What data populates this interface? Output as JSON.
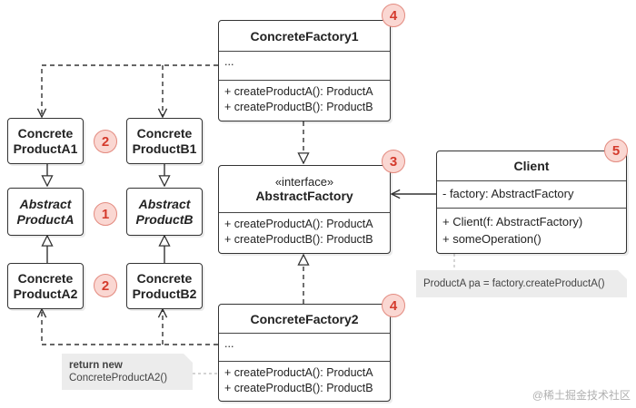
{
  "concrete_factory_1": {
    "name": "ConcreteFactory1",
    "fields": "...",
    "methods": [
      "+ createProductA(): ProductA",
      "+ createProductB(): ProductB"
    ]
  },
  "abstract_factory": {
    "stereotype": "«interface»",
    "name": "AbstractFactory",
    "methods": [
      "+ createProductA(): ProductA",
      "+ createProductB(): ProductB"
    ]
  },
  "concrete_factory_2": {
    "name": "ConcreteFactory2",
    "fields": "...",
    "methods": [
      "+ createProductA(): ProductA",
      "+ createProductB(): ProductB"
    ]
  },
  "client": {
    "name": "Client",
    "fields": [
      "- factory: AbstractFactory"
    ],
    "methods": [
      "+ Client(f: AbstractFactory)",
      "+ someOperation()"
    ]
  },
  "products": {
    "concrete_a1": [
      "Concrete",
      "ProductA1"
    ],
    "concrete_b1": [
      "Concrete",
      "ProductB1"
    ],
    "abstract_a": [
      "Abstract",
      "ProductA"
    ],
    "abstract_b": [
      "Abstract",
      "ProductB"
    ],
    "concrete_a2": [
      "Concrete",
      "ProductA2"
    ],
    "concrete_b2": [
      "Concrete",
      "ProductB2"
    ]
  },
  "badges": {
    "a1": "2",
    "abstract_a": "1",
    "a2": "2",
    "cf1": "4",
    "af": "3",
    "cf2": "4",
    "client": "5"
  },
  "notes": {
    "client_note": "ProductA pa = factory.createProductA()",
    "cf2_note_bold": "return new",
    "cf2_note_text": "ConcreteProductA2()"
  },
  "watermark": "@稀土掘金技术社区",
  "colors": {
    "badge_fill": "#fad7d2",
    "badge_text": "#d43a2c",
    "note_fill": "#ececec",
    "line": "#333333"
  }
}
